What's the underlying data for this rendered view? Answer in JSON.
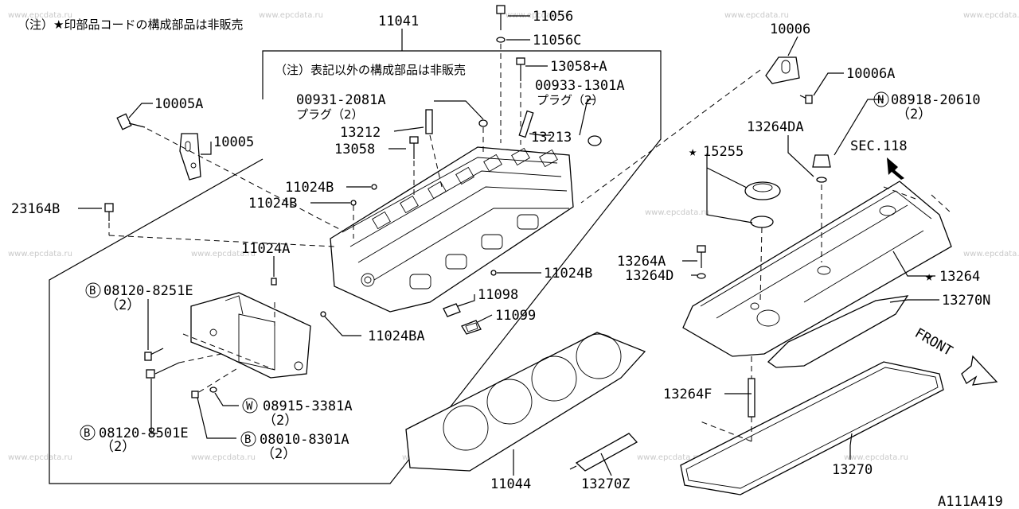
{
  "notes": {
    "top_left": "（注）★印部品コードの構成部品は非販売",
    "inner_box": "（注）表記以外の構成部品は非販売"
  },
  "watermark": "www.epcdata.ru",
  "diagram_id": "A111A419",
  "labels": {
    "p11041": "11041",
    "p11056": "11056",
    "p11056c": "11056C",
    "p13058a": "13058+A",
    "p00933": "00933-1301A",
    "p00933_sub": "プラグ（2）",
    "p00931": "00931-2081A",
    "p00931_sub": "プラグ（2）",
    "p13212": "13212",
    "p13213": "13213",
    "p13058": "13058",
    "p10006": "10006",
    "p10006a": "10006A",
    "p08918": "08918-20610",
    "p08918_sub": "（2）",
    "p10005a": "10005A",
    "p10005": "10005",
    "p13264da": "13264DA",
    "p15255": "15255",
    "sec118": "SEC.118",
    "p11024b_1": "11024B",
    "p11024b_2": "11024B",
    "p23164b": "23164B",
    "p11024a": "11024A",
    "p11024b_3": "11024B",
    "p13264a": "13264A",
    "p13264d": "13264D",
    "p13264": "13264",
    "p08120_8251": "08120-8251E",
    "p08120_8251_sub": "（2）",
    "p11098": "11098",
    "p13270n": "13270N",
    "p11099": "11099",
    "p11024ba": "11024BA",
    "front": "FRONT",
    "p08915": "08915-3381A",
    "p08915_sub": "（2）",
    "p13264f": "13264F",
    "p08120_8501": "08120-8501E",
    "p08120_8501_sub": "（2）",
    "p08010": "08010-8301A",
    "p08010_sub": "（2）",
    "p11044": "11044",
    "p13270z": "13270Z",
    "p13270": "13270"
  },
  "circled_prefix": {
    "b1": "B",
    "b2": "B",
    "b3": "B",
    "w": "W",
    "n": "N"
  },
  "star": "★"
}
